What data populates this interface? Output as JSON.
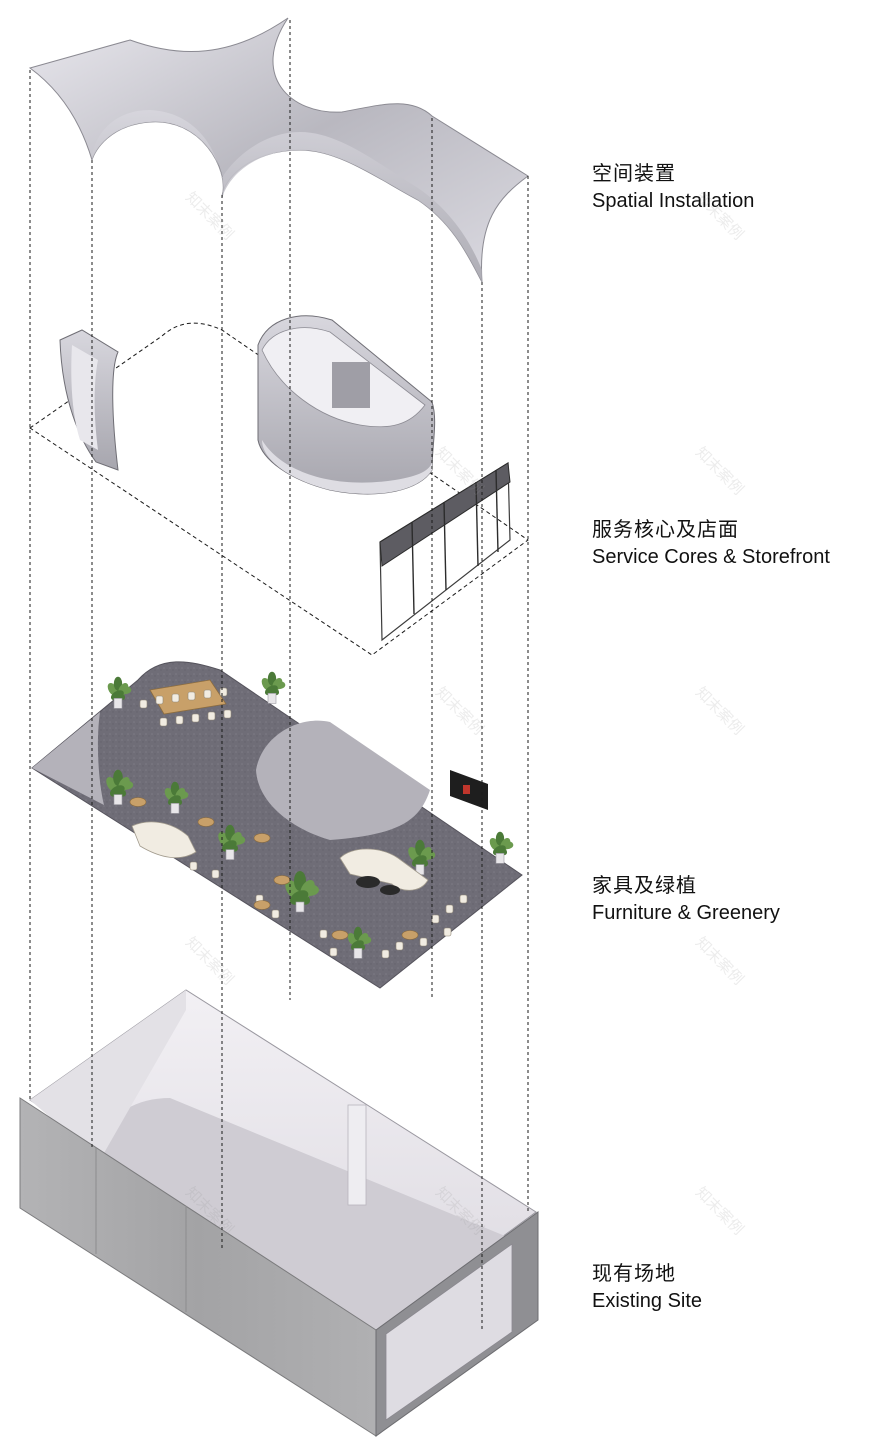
{
  "layers": [
    {
      "id": "installation",
      "zh": "空间装置",
      "en": "Spatial Installation"
    },
    {
      "id": "cores",
      "zh": "服务核心及店面",
      "en": "Service Cores & Storefront"
    },
    {
      "id": "furniture",
      "zh": "家具及绿植",
      "en": "Furniture & Greenery"
    },
    {
      "id": "site",
      "zh": "现有场地",
      "en": "Existing Site"
    }
  ],
  "watermark": "知末案例",
  "colors": {
    "line": "#1a1a1a",
    "floor": "#6e6c76",
    "floorLight": "#b4b2ba",
    "wallLight": "#e9e7ec",
    "wallMid": "#cfcdd4",
    "concrete": "#a9a9ab",
    "metal": "#c9c8cf",
    "plant": "#4b7a38",
    "wood": "#c8a069",
    "cream": "#f1ece2"
  }
}
